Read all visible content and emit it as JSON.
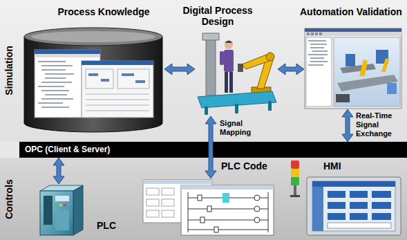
{
  "diagram": {
    "nodes": [
      {
        "text": [
          "Simulation"
        ]
      },
      {
        "text": [
          "Process Knowledge"
        ],
        "in": 0
      },
      {
        "text": [
          "Digital Process Design"
        ],
        "in": 0
      },
      {
        "text": [
          "Automation Validation"
        ],
        "in": 0
      },
      {
        "text": [
          "OPC (Client & Server)"
        ]
      },
      {
        "text": [
          "Controls"
        ]
      },
      {
        "text": [
          "PLC"
        ],
        "in": 5
      },
      {
        "text": [
          "PLC Code"
        ],
        "in": 5
      },
      {
        "text": [
          "HMI"
        ],
        "in": 5
      }
    ],
    "edges": [
      {
        "from": 1,
        "to": 2,
        "arrow": "both"
      },
      {
        "from": 2,
        "to": 3,
        "arrow": "both"
      },
      {
        "from": 2,
        "to": 7,
        "arrow": "both",
        "label": "Signal Mapping"
      },
      {
        "from": 3,
        "to": 4,
        "arrow": "both",
        "label": "Real-Time Signal Exchange"
      },
      {
        "from": 4,
        "to": 6,
        "arrow": "both"
      }
    ]
  }
}
